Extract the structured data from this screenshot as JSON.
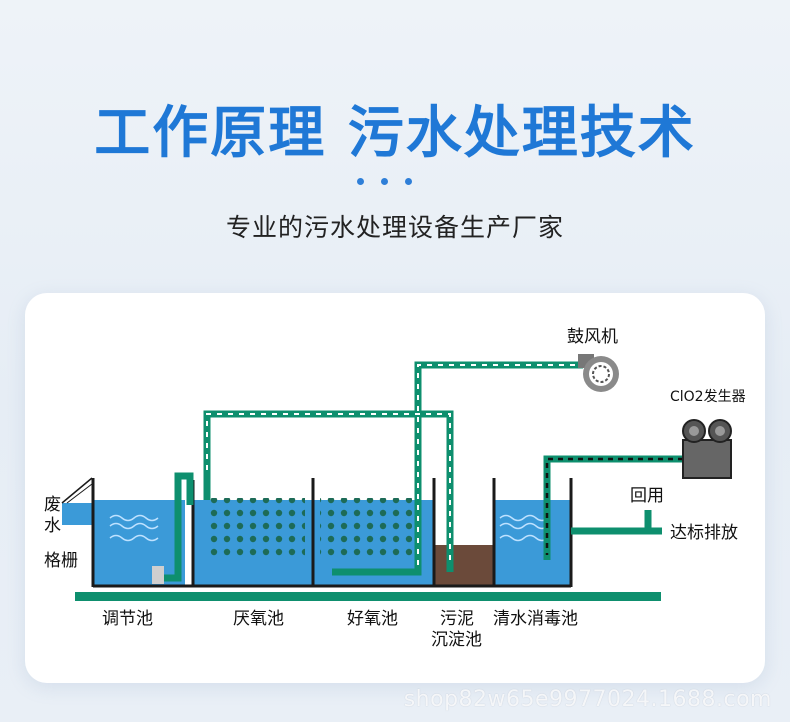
{
  "header": {
    "title": "工作原理 污水处理技术",
    "subtitle": "专业的污水处理设备生产厂家"
  },
  "diagram": {
    "inlet_label_1": "废",
    "inlet_label_2": "水",
    "grille_label": "格栅",
    "blower_label": "鼓风机",
    "clo2_label": "ClO2发生器",
    "reuse_label": "回用",
    "discharge_label": "达标排放",
    "tanks": [
      {
        "name": "调节池"
      },
      {
        "name": "厌氧池"
      },
      {
        "name": "好氧池"
      },
      {
        "name": "污泥",
        "name2": "沉淀池"
      },
      {
        "name": "清水消毒池"
      }
    ],
    "colors": {
      "pipe": "#0e8f6e",
      "water": "#3b9ad8",
      "sludge": "#6b4a3a",
      "wall": "#1a1a1a",
      "title": "#1f78d6"
    }
  },
  "watermark": "shop82w65e9977024.1688.com"
}
